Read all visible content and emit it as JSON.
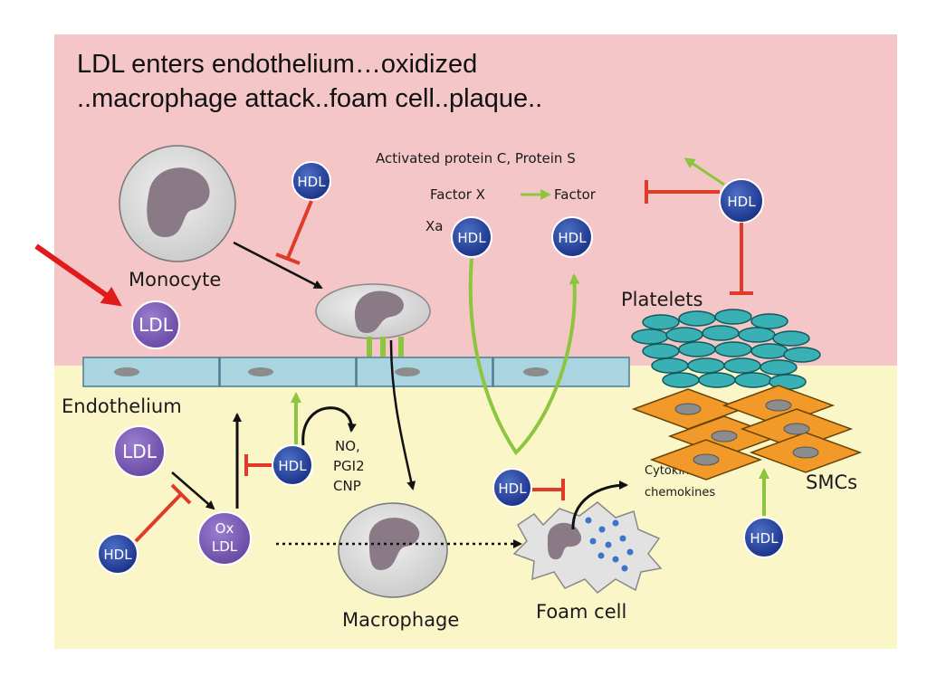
{
  "title": {
    "line1": "LDL enters endothelium…oxidized",
    "line2": "..macrophage attack..foam cell..plaque.."
  },
  "labels": {
    "monocyte": "Monocyte",
    "endothelium": "Endothelium",
    "macrophage": "Macrophage",
    "foam_cell": "Foam cell",
    "platelets": "Platelets",
    "smcs": "SMCs",
    "activated_protein": "Activated protein C, Protein S",
    "factor_x": "Factor X",
    "factor": "Factor",
    "xa": "Xa",
    "no": "NO,",
    "pgi2": "PGI2",
    "cnp": "CNP",
    "cytokines": "Cytokines",
    "chemokines": "chemokines"
  },
  "molecules": {
    "hdl": "HDL",
    "ldl": "LDL",
    "ox": "Ox",
    "ox_ldl": "LDL"
  },
  "colors": {
    "blood": "#f4c6c8",
    "tissue": "#fbf6c8",
    "hdl": "#1f3a93",
    "ldl": "#7a5bb0",
    "inhibit": "#e03a2a",
    "activate": "#8cc63e",
    "pointer": "#e01b1b",
    "endothelium": "#a9d4e0",
    "platelet": "#38b0b4",
    "smc": "#f19a2a"
  }
}
